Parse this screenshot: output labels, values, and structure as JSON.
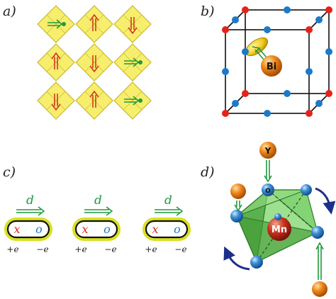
{
  "panels": {
    "a": {
      "label": "a)",
      "grid": [
        [
          "right-dot",
          "up",
          "down"
        ],
        [
          "up",
          "down",
          "right-dot"
        ],
        [
          "down",
          "up",
          "right-dot"
        ]
      ]
    },
    "b": {
      "label": "b)",
      "ion_label": "Bi"
    },
    "c": {
      "label": "c)",
      "dipoles": [
        {
          "d_label": "d",
          "left_symbol": "x",
          "right_symbol": "o",
          "left_charge": "+e",
          "right_charge": "−e"
        },
        {
          "d_label": "d",
          "left_symbol": "x",
          "right_symbol": "o",
          "left_charge": "+e",
          "right_charge": "−e"
        },
        {
          "d_label": "d",
          "left_symbol": "x",
          "right_symbol": "o",
          "left_charge": "+e",
          "right_charge": "−e"
        }
      ]
    },
    "d": {
      "label": "d)",
      "top_ion_label": "Y",
      "oxygen_label": "O",
      "center_ion_label": "Mn"
    }
  },
  "colors": {
    "plaquette_fill": "#f6ee6c",
    "plaquette_stroke": "#c9b833",
    "arrow_red": "#d42a1f",
    "arrow_green": "#1f9a3c",
    "cube_corner_red": "#e5231b",
    "cube_edge_blue": "#1c7ac8",
    "bi_orange": "#f08a1c",
    "lone_pair_yellow": "#f2cc1f",
    "octahedron_green": "#5cbf4f",
    "sphere_blue": "#3a8fd6",
    "dipole_ring": "#d9e021",
    "rotation_arrow_navy": "#1d2f8a"
  }
}
